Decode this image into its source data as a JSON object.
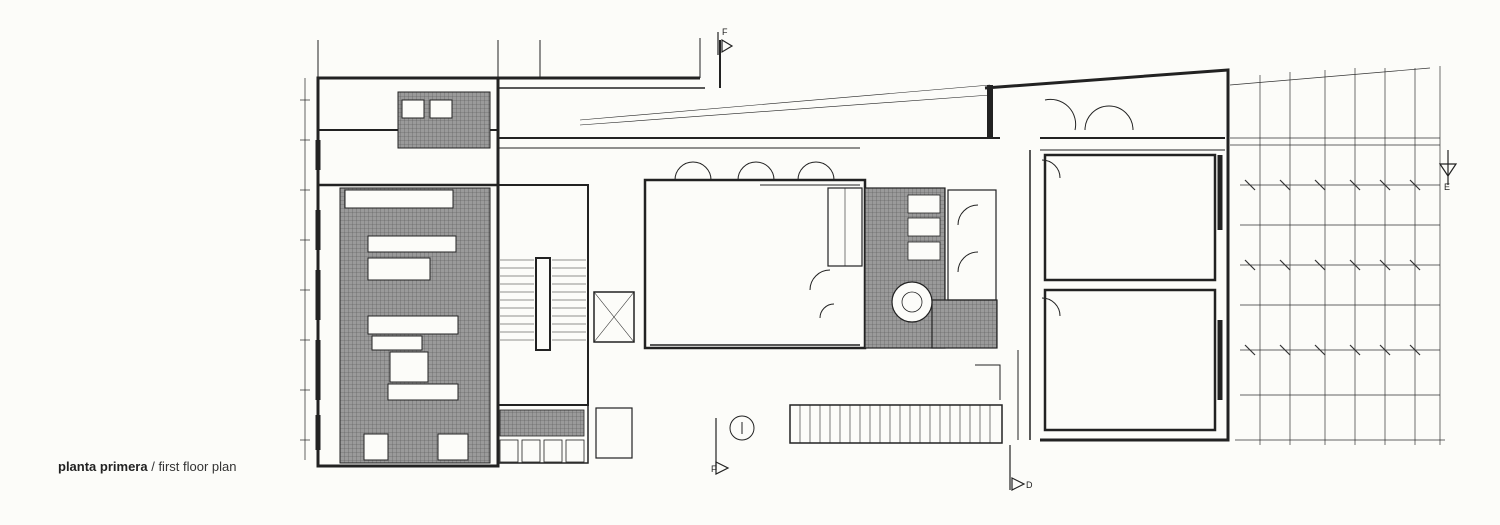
{
  "caption": {
    "primary": "planta primera",
    "separator": " / ",
    "secondary": "first floor plan"
  },
  "section_marks": {
    "top": "F",
    "bottom_left": "F",
    "right": "E",
    "bottom": "D"
  },
  "colors": {
    "background": "#fcfcf9",
    "ink": "#222222",
    "tile_fill": "#8a8a8a"
  }
}
